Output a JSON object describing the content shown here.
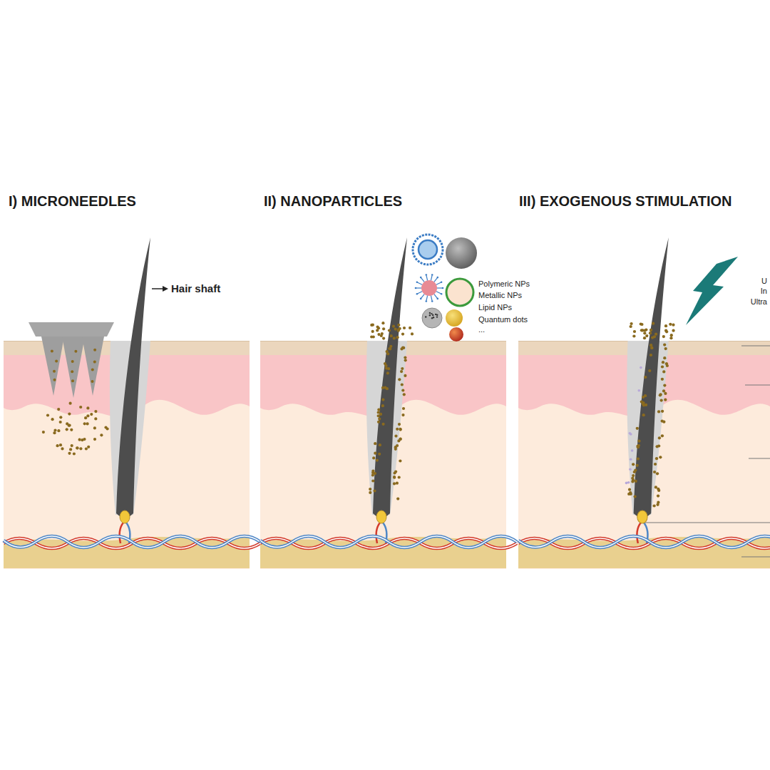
{
  "diagram": {
    "nodes": [
      {
        "text": [
          "I) MICRONEEDLES"
        ]
      },
      {
        "text": [
          "II) NANOPARTICLES"
        ]
      },
      {
        "text": [
          "III) EXOGENOUS STIMULATION"
        ]
      }
    ],
    "labels": [
      "Hair shaft",
      "Polymeric NPs",
      "Metallic NPs",
      "Lipid NPs",
      "Quantum dots",
      "...",
      "U",
      "In",
      "Ultra"
    ]
  }
}
